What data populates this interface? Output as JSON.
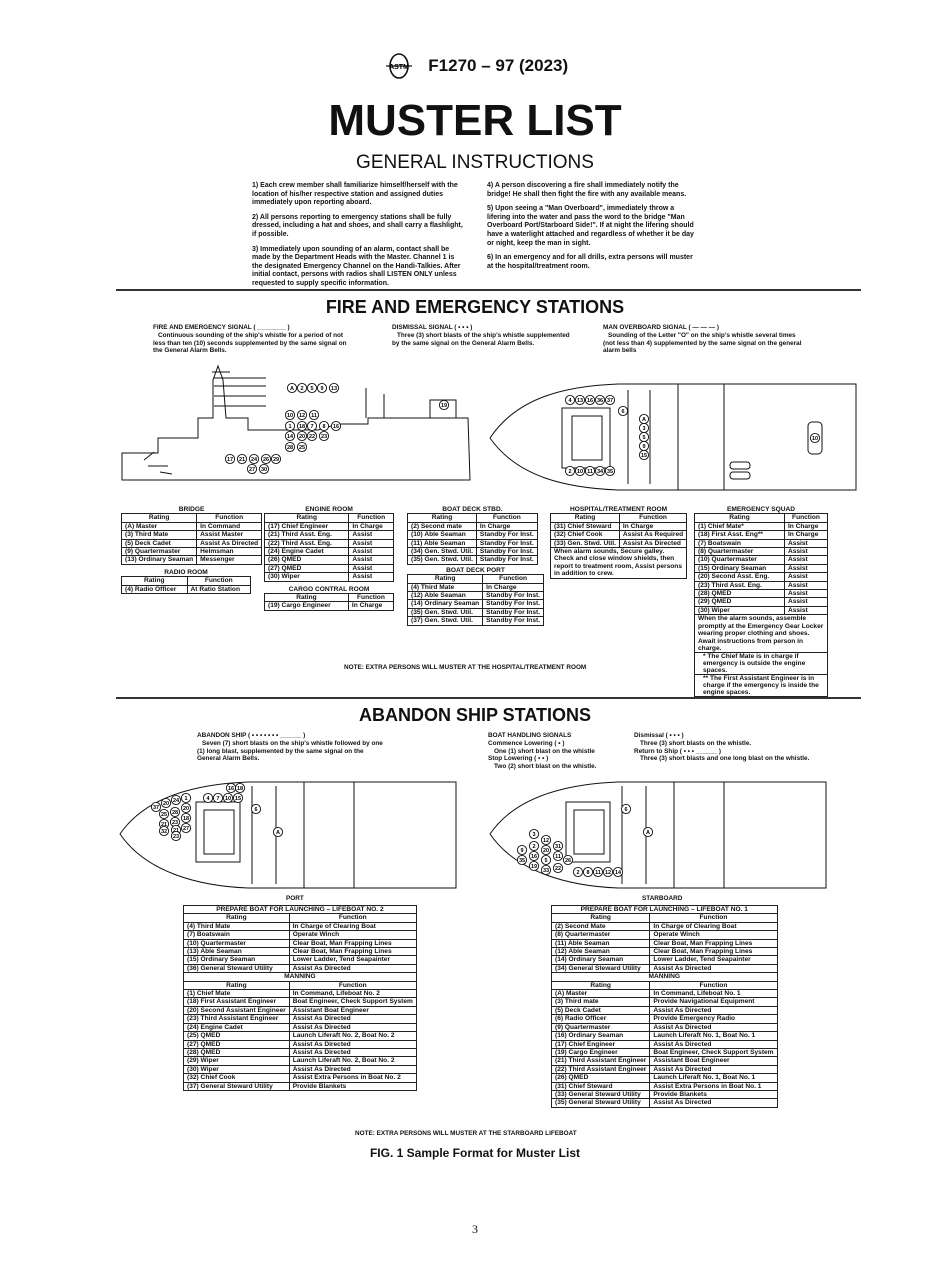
{
  "header": {
    "doc_id": "F1270 – 97 (2023)",
    "logo_text": "ASTM"
  },
  "title": "MUSTER LIST",
  "general_heading": "GENERAL INSTRUCTIONS",
  "instructions_left": [
    "1) Each crew member shall familiarize himself/herself with the location of his/her respective station and assigned duties immediately upon reporting aboard.",
    "2) All persons reporting to emergency stations shall be fully dressed, including a hat and shoes, and shall carry a flashlight, if possible.",
    "3) Immediately upon sounding of an alarm, contact shall be made by the Department Heads with the Master. Channel 1 is the designated Emergency Channel on the Handi-Talkies. After initial contact, persons with radios shall LISTEN ONLY unless requested to supply specific information."
  ],
  "instructions_right": [
    "4) A person discovering a fire shall immediately notify the bridge! He shall then fight the fire with any available means.",
    "5) Upon seeing a \"Man Overboard\", immediately throw a lifering into the water and pass the word to the bridge \"Man Overboard Port/Starboard Side!\". If at night the lifering should have a waterlight attached and regardless of whether it be day or night, keep the man in sight.",
    "6) In an emergency and for all drills, extra persons will muster at the hospital/treatment room."
  ],
  "fire": {
    "heading": "FIRE AND EMERGENCY STATIONS",
    "signals": [
      {
        "title": "FIRE AND EMERGENCY SIGNAL   ( ________ )",
        "text": "Continuous sounding of the ship's whistle for a period of not less than ten (10) seconds supplemented by the same signal on the General Alarm Bells."
      },
      {
        "title": "DISMISSAL SIGNAL   ( • • • )",
        "text": "Three (3) short blasts of the ship's whistle supplemented by the same signal on the General Alarm Bells."
      },
      {
        "title": "MAN OVERBOARD SIGNAL   ( — — — )",
        "text": "Sounding of the Letter \"O\" on the ship's whistle several times (not less than 4) supplemented by the same signal on the general alarm bells"
      }
    ],
    "tables": {
      "bridge": {
        "title": "BRIDGE",
        "cols": [
          "Rating",
          "Function"
        ],
        "rows": [
          [
            "A",
            "Master",
            "In Command"
          ],
          [
            "3",
            "Third Mate",
            "Assist Master"
          ],
          [
            "5",
            "Deck Cadet",
            "Assist As Directed"
          ],
          [
            "9",
            "Quartermaster",
            "Helmsman"
          ],
          [
            "13",
            "Ordinary Seaman",
            "Messenger"
          ]
        ]
      },
      "radio": {
        "title": "RADIO ROOM",
        "cols": [
          "Rating",
          "Function"
        ],
        "rows": [
          [
            "4",
            "Radio Officer",
            "At Ratio Station"
          ]
        ]
      },
      "engine": {
        "title": "ENGINE ROOM",
        "cols": [
          "Rating",
          "Function"
        ],
        "rows": [
          [
            "17",
            "Chief Engineer",
            "In Charge"
          ],
          [
            "21",
            "Third Asst. Eng.",
            "Assist"
          ],
          [
            "22",
            "Third Asst. Eng.",
            "Assist"
          ],
          [
            "24",
            "Engine Cadet",
            "Assist"
          ],
          [
            "26",
            "QMED",
            "Assist"
          ],
          [
            "27",
            "QMED",
            "Assist"
          ],
          [
            "30",
            "Wiper",
            "Assist"
          ]
        ]
      },
      "cargo": {
        "title": "CARGO CONTRAL ROOM",
        "cols": [
          "Rating",
          "Function"
        ],
        "rows": [
          [
            "19",
            "Cargo Engineer",
            "In Charge"
          ]
        ]
      },
      "boat_stbd": {
        "title": "BOAT DECK STBD.",
        "cols": [
          "Rating",
          "Function"
        ],
        "rows": [
          [
            "2",
            "Second mate",
            "In Charge"
          ],
          [
            "10",
            "Able Seaman",
            "Standby For Inst."
          ],
          [
            "11",
            "Able Seaman",
            "Standby For Inst."
          ],
          [
            "34",
            "Gen. Stwd. Util.",
            "Standby For Inst."
          ],
          [
            "35",
            "Gen. Stwd. Util.",
            "Standby For Inst."
          ]
        ]
      },
      "boat_port": {
        "title": "BOAT DECK PORT",
        "cols": [
          "Rating",
          "Function"
        ],
        "rows": [
          [
            "4",
            "Third Mate",
            "In Charge"
          ],
          [
            "12",
            "Able Seaman",
            "Standby For Inst."
          ],
          [
            "14",
            "Ordinary Seaman",
            "Standby For Inst."
          ],
          [
            "35",
            "Gen. Stwd. Util.",
            "Standby For Inst."
          ],
          [
            "37",
            "Gen. Stwd. Util.",
            "Standby For Inst."
          ]
        ]
      },
      "hospital": {
        "title": "HOSPITAL/TREATMENT ROOM",
        "cols": [
          "Rating",
          "Function"
        ],
        "rows": [
          [
            "31",
            "Chief Steward",
            "In Charge"
          ],
          [
            "32",
            "Chief Cook",
            "Assist As Required"
          ],
          [
            "33",
            "Gen. Stwd. Util.",
            "Assist As Directed"
          ]
        ],
        "note": "When alarm sounds, Secure galley. Check and close window shields, then report to treatment room, Assist persons in addition to crew."
      },
      "squad": {
        "title": "EMERGENCY SQUAD",
        "cols": [
          "Rating",
          "Function"
        ],
        "rows": [
          [
            "1",
            "Chief Mate*",
            "In Charge"
          ],
          [
            "18",
            "First Asst. Eng**",
            "In Charge"
          ],
          [
            "7",
            "Boatswain",
            "Assist"
          ],
          [
            "8",
            "Quartermaster",
            "Assist"
          ],
          [
            "10",
            "Quartermaster",
            "Assist"
          ],
          [
            "15",
            "Ordinary Seaman",
            "Assist"
          ],
          [
            "20",
            "Second Asst. Eng.",
            "Assist"
          ],
          [
            "23",
            "Third Asst. Eng.",
            "Assist"
          ],
          [
            "28",
            "QMED",
            "Assist"
          ],
          [
            "29",
            "QMED",
            "Assist"
          ],
          [
            "30",
            "Wiper",
            "Assist"
          ]
        ],
        "note": "When the alarm sounds, assemble promptly at the Emergency Gear Locker wearing proper clothing and shoes. Await instructions from person in charge.",
        "foot1": "The Chief Mate is in charge if emergency is outside the engine spaces.",
        "foot2": "The First Assistant Engineer is in charge if the emergency is inside the engine spaces."
      }
    },
    "note": "NOTE: EXTRA PERSONS WILL MUSTER AT THE HOSPITAL/TREATMENT ROOM"
  },
  "abandon": {
    "heading": "ABANDON SHIP STATIONS",
    "signal_title": "ABANDON SHIP     ( • • • • • • • ______ )",
    "signal_text": "Seven (7) short blasts on the ship's whistle followed by one (1) long blast, supplemented by the same signal on the General Alarm Bells.",
    "boat_handling": {
      "title": "BOAT HANDLING SIGNALS",
      "commence": "Commence Lowering     ( • )",
      "commence_text": "One (1) short blast on the whistle",
      "stop": "Stop Lowering     ( • • )",
      "stop_text": "Two (2) short blast on the whistle."
    },
    "dismissal": {
      "title": "Dismissal     ( • • • )",
      "text": "Three (3) short blasts on the whistle.",
      "return": "Return to Ship  ( • • • ______ )",
      "return_text": "Three (3) short blasts and one long blast on the whistle."
    },
    "port": {
      "side": "PORT",
      "prepare_title": "PREPARE BOAT FOR LAUNCHING – LIFEBOAT NO. 2",
      "cols": [
        "Rating",
        "Function"
      ],
      "prepare": [
        [
          "4",
          "Third Mate",
          "In Charge of Clearing Boat"
        ],
        [
          "7",
          "Boatswain",
          "Operate Winch"
        ],
        [
          "10",
          "Quartermaster",
          "Clear Boat, Man Frapping Lines"
        ],
        [
          "13",
          "Able Seaman",
          "Clear Boat, Man Frapping Lines"
        ],
        [
          "15",
          "Ordinary Seaman",
          "Lower Ladder, Tend Seapainter"
        ],
        [
          "36",
          "General Steward Utility",
          "Assist As Directed"
        ]
      ],
      "manning_title": "MANNING",
      "manning": [
        [
          "1",
          "Chief Mate",
          "In Command, Lifeboat No. 2"
        ],
        [
          "18",
          "First Assistant Engineer",
          "Boat Engineer, Check Support System"
        ],
        [
          "20",
          "Second Assistant Engineer",
          "Assistant Boat Engineer"
        ],
        [
          "23",
          "Third Assistant Engineer",
          "Assist As Directed"
        ],
        [
          "24",
          "Engine Cadet",
          "Assist As Directed"
        ],
        [
          "25",
          "QMED",
          "Launch Liferaft No. 2, Boat No. 2"
        ],
        [
          "27",
          "QMED",
          "Assist As Directed"
        ],
        [
          "28",
          "QMED",
          "Assist As Directed"
        ],
        [
          "29",
          "Wiper",
          "Launch Liferaft No. 2, Boat No. 2"
        ],
        [
          "30",
          "Wiper",
          "Assist As Directed"
        ],
        [
          "32",
          "Chief Cook",
          "Assist Extra Persons in Boat No. 2"
        ],
        [
          "37",
          "General Steward Utility",
          "Provide Blankets"
        ]
      ]
    },
    "starboard": {
      "side": "STARBOARD",
      "prepare_title": "PREPARE BOAT FOR LAUNCHING – LIFEBOAT NO. 1",
      "cols": [
        "Rating",
        "Function"
      ],
      "prepare": [
        [
          "2",
          "Second Mate",
          "In Charge of Clearing Boat"
        ],
        [
          "8",
          "Quartermaster",
          "Operate Winch"
        ],
        [
          "11",
          "Able Seaman",
          "Clear Boat, Man Frapping Lines"
        ],
        [
          "12",
          "Able Seaman",
          "Clear Boat, Man Frapping Lines"
        ],
        [
          "14",
          "Ordinary Seaman",
          "Lower Ladder, Tend Seapainter"
        ],
        [
          "34",
          "General Steward Utility",
          "Assist As Directed"
        ]
      ],
      "manning_title": "MANNING",
      "manning": [
        [
          "A",
          "Master",
          "In Command, Lifeboat No. 1"
        ],
        [
          "3",
          "Third mate",
          "Provide Navigational Equipment"
        ],
        [
          "5",
          "Deck Cadet",
          "Assist As Directed"
        ],
        [
          "6",
          "Radio Officer",
          "Provide Emergency Radio"
        ],
        [
          "9",
          "Quartermaster",
          "Assist As Directed"
        ],
        [
          "16",
          "Ordinary Seaman",
          "Launch Liferaft No. 1, Boat No. 1"
        ],
        [
          "17",
          "Chief Engineer",
          "Assist As Directed"
        ],
        [
          "19",
          "Cargo Engineer",
          "Boat Engineer, Check Support System"
        ],
        [
          "21",
          "Third Assistant Engineer",
          "Assistant Boat Engineer"
        ],
        [
          "22",
          "Third Assistant Engineer",
          "Assist As Directed"
        ],
        [
          "26",
          "QMED",
          "Launch Liferaft No. 1, Boat No. 1"
        ],
        [
          "31",
          "Chief Steward",
          "Assist Extra Persons in Boat No. 1"
        ],
        [
          "33",
          "General Steward Utility",
          "Provide Blankets"
        ],
        [
          "35",
          "General Steward Utility",
          "Assist As Directed"
        ]
      ]
    },
    "note": "NOTE: EXTRA PERSONS WILL MUSTER AT THE STARBOARD LIFEBOAT"
  },
  "figure_caption": "FIG. 1     Sample Format for Muster List",
  "page_number": "3",
  "diagram_labels": {
    "fire_profile": [
      "A",
      "2",
      "5",
      "9",
      "13",
      "10",
      "12",
      "11",
      "1",
      "18",
      "7",
      "8",
      "16",
      "14",
      "20",
      "22",
      "23",
      "28",
      "25",
      "17",
      "21",
      "24",
      "26",
      "29",
      "27",
      "30",
      "19"
    ],
    "fire_plan_top": [
      "4",
      "13",
      "16",
      "36",
      "37"
    ],
    "fire_plan_side": [
      "6",
      "A",
      "3",
      "5",
      "9",
      "15"
    ],
    "fire_plan_bottom": [
      "2",
      "10",
      "11",
      "34",
      "35"
    ],
    "fire_plan_stern": "10",
    "port_top": [
      "16",
      "18",
      "4",
      "7",
      "10",
      "15"
    ],
    "port_cluster": [
      "37",
      "20",
      "24",
      "1",
      "25",
      "28",
      "20",
      "21",
      "23",
      "18",
      "21",
      "27",
      "32",
      "23"
    ],
    "stbd_cluster": [
      "3",
      "12",
      "2",
      "9",
      "16",
      "20",
      "35",
      "19",
      "5",
      "31",
      "11",
      "33",
      "22",
      "26"
    ],
    "stbd_bottom": [
      "2",
      "8",
      "11",
      "12",
      "14"
    ]
  }
}
